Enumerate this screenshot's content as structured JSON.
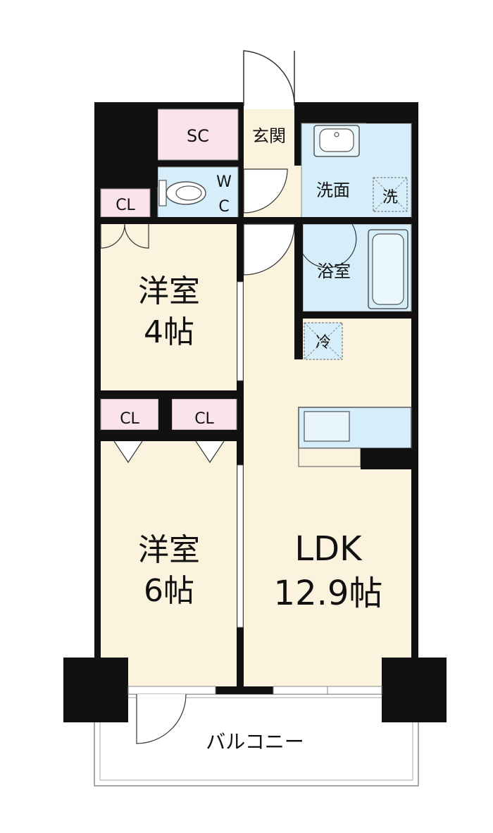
{
  "rooms": {
    "sc": "SC",
    "genkan": "玄関",
    "wc_w": "W",
    "wc_c": "C",
    "senmen": "洗面",
    "sentaku": "洗",
    "cl_top": "CL",
    "yoshitsu1_name": "洋室",
    "yoshitsu1_size": "4帖",
    "yokushitsu": "浴室",
    "reizoko": "冷",
    "cl_mid_left": "CL",
    "cl_mid_right": "CL",
    "yoshitsu2_name": "洋室",
    "yoshitsu2_size": "6帖",
    "ldk_name": "LDK",
    "ldk_size": "12.9帖",
    "balcony": "バルコニー"
  },
  "colors": {
    "wall": "#111111",
    "room": "#fcf3de",
    "water": "#d6eef9",
    "storage": "#fbe3ec",
    "outline": "#777777"
  }
}
